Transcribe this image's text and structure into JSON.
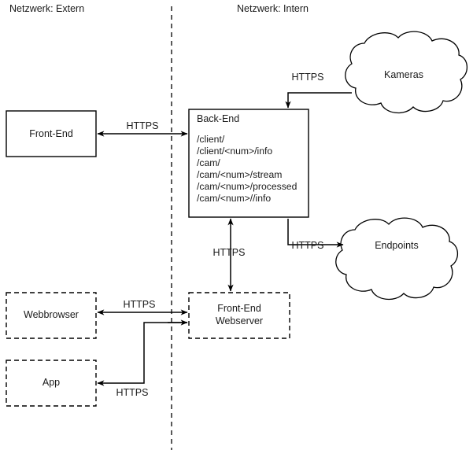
{
  "diagram": {
    "zones": [
      {
        "id": "extern",
        "label": "Netzwerk: Extern"
      },
      {
        "id": "intern",
        "label": "Netzwerk: Intern"
      }
    ],
    "nodes": [
      {
        "id": "frontend",
        "label": "Front-End",
        "shape": "rect",
        "style": "solid"
      },
      {
        "id": "backend",
        "title": "Back-End",
        "shape": "rect",
        "style": "solid",
        "paths": [
          "/client/",
          "/client/<num>/info",
          "/cam/",
          "/cam/<num>/stream",
          "/cam/<num>/processed",
          "/cam/<num>//info"
        ]
      },
      {
        "id": "webbrowser",
        "label": "Webbrowser",
        "shape": "rect",
        "style": "dashed"
      },
      {
        "id": "app",
        "label": "App",
        "shape": "rect",
        "style": "dashed"
      },
      {
        "id": "fe-webserver",
        "label_line1": "Front-End",
        "label_line2": "Webserver",
        "shape": "rect",
        "style": "dashed"
      },
      {
        "id": "kameras",
        "label": "Kameras",
        "shape": "cloud"
      },
      {
        "id": "endpoints",
        "label": "Endpoints",
        "shape": "cloud"
      }
    ],
    "connections": [
      {
        "id": "frontend-backend",
        "protocol": "HTTPS",
        "arrows": "both"
      },
      {
        "id": "kameras-backend",
        "protocol": "HTTPS",
        "arrows": "to-backend"
      },
      {
        "id": "backend-endpoints",
        "protocol": "HTTPS",
        "arrows": "to-endpoints"
      },
      {
        "id": "backend-webserver",
        "protocol": "HTTPS",
        "arrows": "both"
      },
      {
        "id": "webbrowser-webserver",
        "protocol": "HTTPS",
        "arrows": "both"
      },
      {
        "id": "app-webserver",
        "protocol": "HTTPS",
        "arrows": "to-app"
      }
    ],
    "colors": {
      "stroke": "#000000",
      "fill": "#ffffff",
      "text": "#1a1a1a"
    }
  }
}
